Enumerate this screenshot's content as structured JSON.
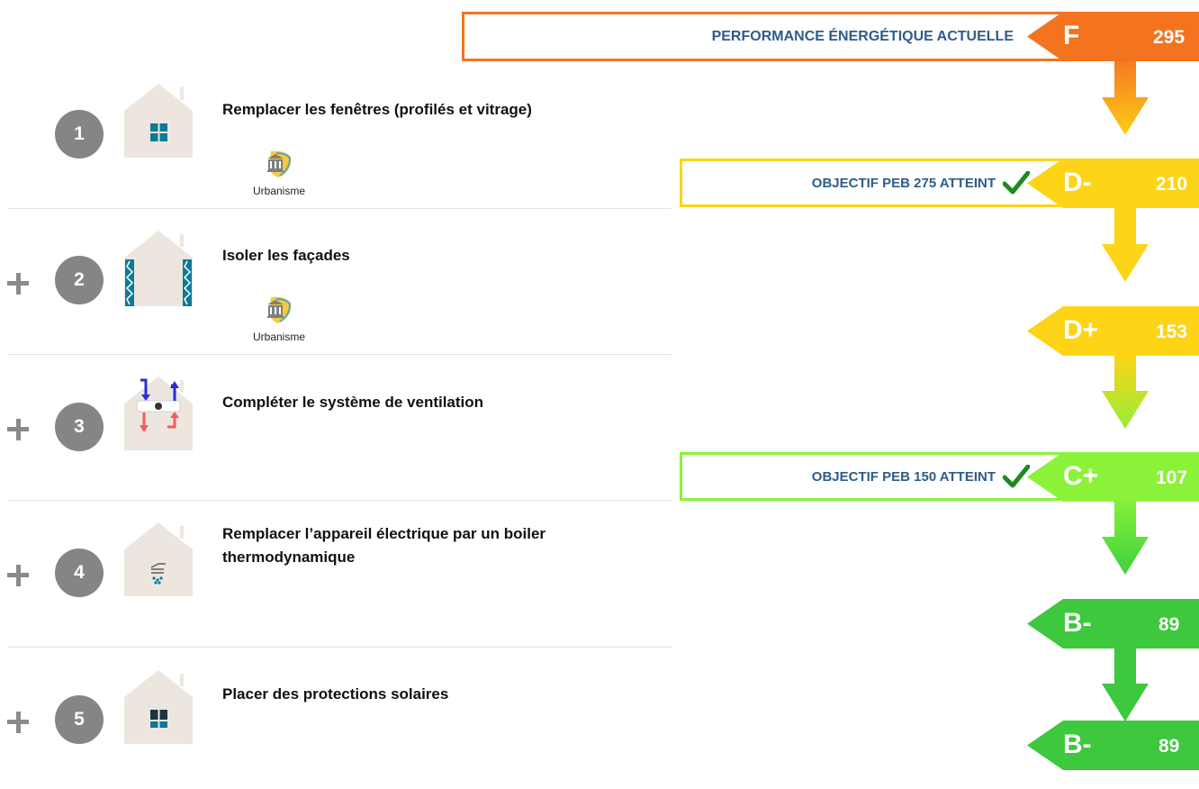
{
  "current": {
    "text": "PERFORMANCE ÉNERGÉTIQUE ACTUELLE",
    "class": "F",
    "value": "295",
    "color": "#f4731f"
  },
  "steps": [
    {
      "num": "1",
      "title": "Remplacer les fenêtres (profilés et vitrage)",
      "urbanisme": "Urbanisme",
      "icon": "window-icon"
    },
    {
      "num": "2",
      "title": "Isoler les façades",
      "urbanisme": "Urbanisme",
      "icon": "facade-insulation-icon"
    },
    {
      "num": "3",
      "title": "Compléter le système de ventilation",
      "icon": "ventilation-icon"
    },
    {
      "num": "4",
      "title": "Remplacer l’appareil électrique par un boiler thermodynamique",
      "icon": "shower-icon"
    },
    {
      "num": "5",
      "title": "Placer des protections solaires",
      "icon": "sun-protection-window-icon"
    }
  ],
  "results": [
    {
      "class": "D-",
      "value": "210",
      "color": "#fdd416",
      "objective": "OBJECTIF PEB 275 ATTEINT"
    },
    {
      "class": "D+",
      "value": "153",
      "color": "#fdd416"
    },
    {
      "class": "C+",
      "value": "107",
      "color": "#8bf23a",
      "objective": "OBJECTIF PEB 150 ATTEINT"
    },
    {
      "class": "B-",
      "value": "89",
      "color": "#3dc83d"
    },
    {
      "class": "B-",
      "value": "89",
      "color": "#3dc83d"
    }
  ],
  "colors": {
    "step_number_bg": "#858585",
    "objective_text": "#2e5c8a",
    "checkmark": "#1e8a1e",
    "orange": "#f4731f",
    "yellow": "#fdd416",
    "light_green": "#8bf23a",
    "green": "#3dc83d"
  }
}
